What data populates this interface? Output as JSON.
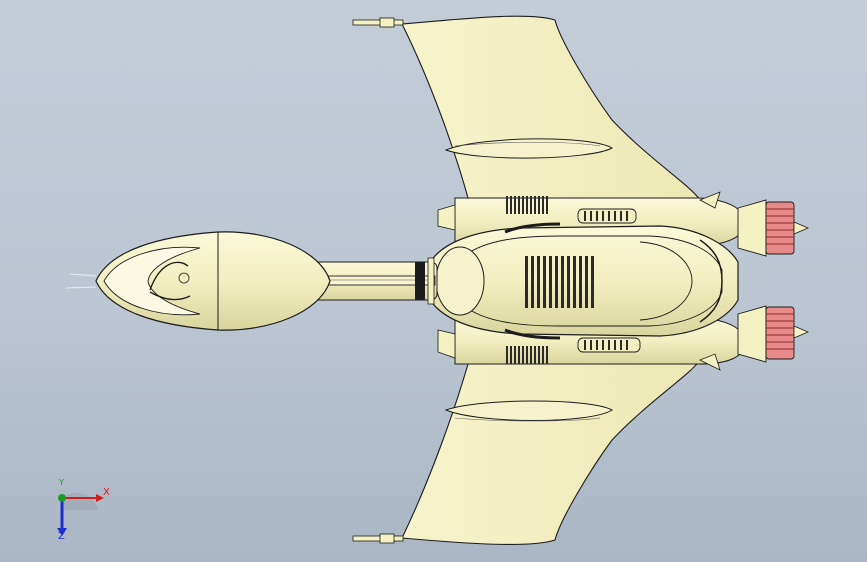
{
  "viewport": {
    "background_top": "#c3ccd7",
    "background_bottom": "#aab6c4"
  },
  "model": {
    "body_color": "#f4f1c2",
    "outline_color": "#1c1c1c",
    "nozzle_color": "#e88a8a"
  },
  "triad": {
    "x_label": "X",
    "y_label": "Y",
    "z_label": "Z",
    "x_color": "#d21d1d",
    "y_color": "#1c9a2a",
    "z_color": "#1b2fc8"
  }
}
